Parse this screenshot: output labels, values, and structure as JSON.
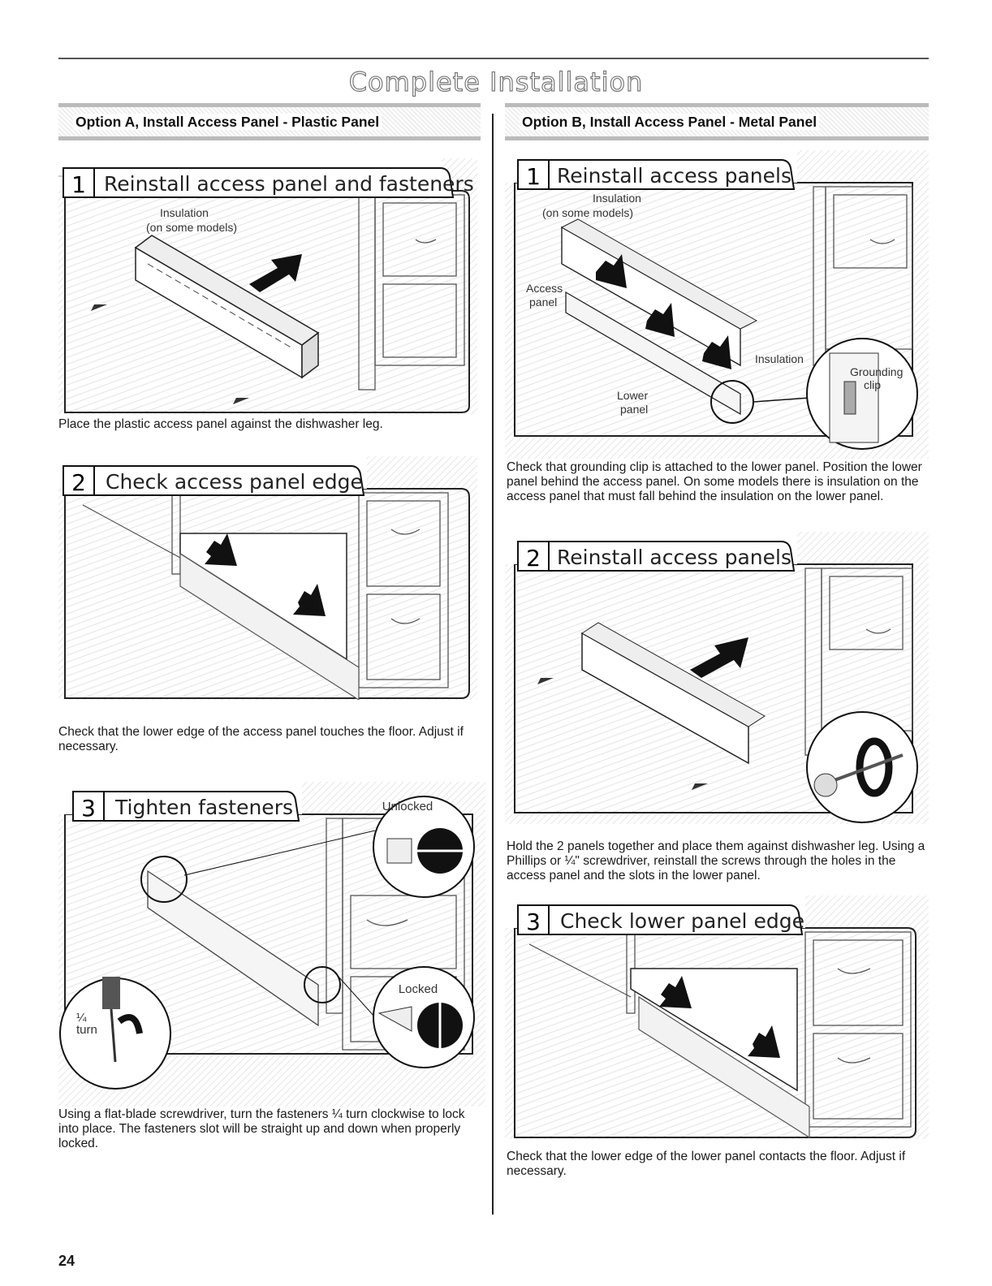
{
  "page": {
    "title": "Complete Installation",
    "number": "24"
  },
  "option_a": {
    "heading": "Option A, Install Access Panel - Plastic Panel",
    "steps": [
      {
        "num": "1",
        "title": "Reinstall access panel and fasteners",
        "callouts": [
          "Insulation",
          "(on some models)"
        ],
        "caption": "Place the plastic access panel against the dishwasher leg."
      },
      {
        "num": "2",
        "title": "Check access panel edge",
        "caption": "Check that the lower edge of the access panel touches the floor. Adjust if necessary."
      },
      {
        "num": "3",
        "title": "Tighten fasteners",
        "callouts": [
          "Unlocked",
          "Locked",
          "¼",
          "turn"
        ],
        "caption": "Using a flat-blade screwdriver, turn the fasteners ¼ turn clockwise to lock into place. The fasteners slot will be straight up and down when properly locked."
      }
    ]
  },
  "option_b": {
    "heading": "Option B, Install Access Panel - Metal Panel",
    "steps": [
      {
        "num": "1",
        "title": "Reinstall access panels",
        "callouts": [
          "Insulation",
          "(on some models)",
          "Access",
          "panel",
          "Lower",
          "panel",
          "Insulation",
          "Grounding",
          "clip"
        ],
        "caption": "Check that grounding clip is attached to the lower panel. Position the lower panel behind the access panel. On some models there is insulation on the access panel that must fall behind the insulation on the lower panel."
      },
      {
        "num": "2",
        "title": "Reinstall access panels",
        "caption": "Hold the 2 panels together and place them against dishwasher leg. Using a Phillips or ¼\" screwdriver, reinstall the screws through the holes in the access panel and the slots in the lower panel."
      },
      {
        "num": "3",
        "title": "Check lower panel edge",
        "caption": "Check that the lower edge of the lower panel contacts the floor. Adjust if necessary."
      }
    ]
  }
}
